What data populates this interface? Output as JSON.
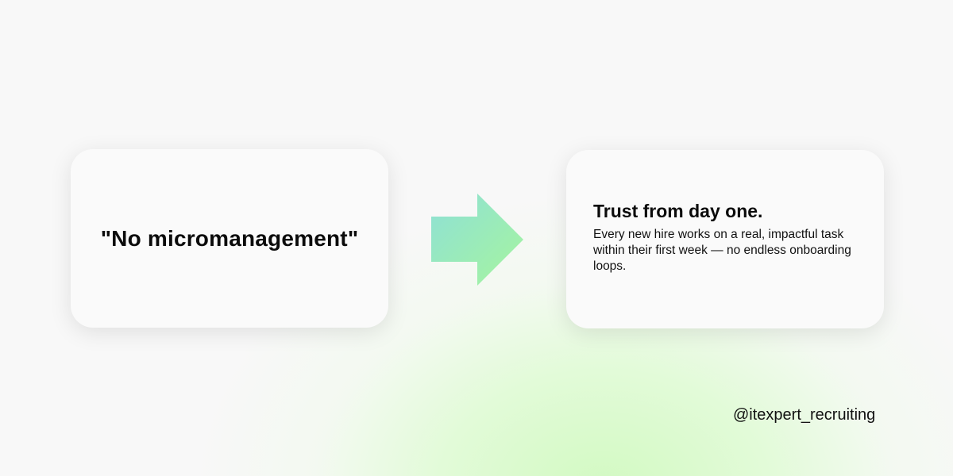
{
  "left_card": {
    "text": "\"No micromanagement\""
  },
  "arrow": {
    "icon": "arrow-right-icon",
    "gradient_start": "#8ee0d2",
    "gradient_end": "#a4f2a4"
  },
  "right_card": {
    "title": "Trust from day one.",
    "body": "Every new hire works on a real, impactful task within their first week — no endless onboarding loops."
  },
  "footer": {
    "handle": "@itexpert_recruiting"
  },
  "colors": {
    "background": "#f8f8f8",
    "glow": "#d2f9c2",
    "card": "#fafafa",
    "text": "#0b0b0b"
  }
}
